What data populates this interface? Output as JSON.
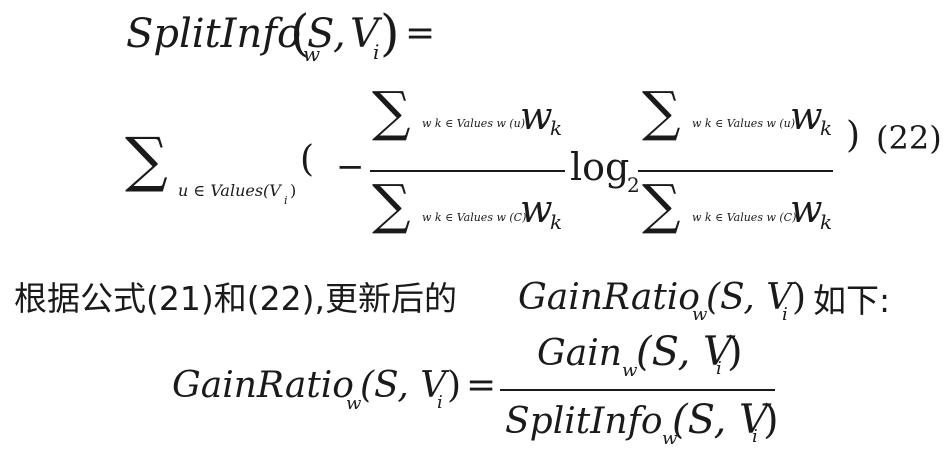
{
  "eq21": {
    "lhs_name": "SplitInfo",
    "lhs_sub": "w",
    "lhs_args_open": "(",
    "lhs_arg_s": "S, ",
    "lhs_arg_v": "V",
    "lhs_arg_v_sub": "i",
    "lhs_args_close": ")",
    "equals": "="
  },
  "eq22": {
    "sum_symbol": "∑",
    "outer_sum_sub": "u ∈ Values(V",
    "outer_sum_sub_i": "i",
    "outer_sum_sub_close": ")",
    "open_paren": "(",
    "minus": "−",
    "frac_num_sub": "w k ∈ Values w (u)",
    "frac_den_sub": "w k ∈ Values w (C)",
    "w": "w",
    "k": "k",
    "log": "log",
    "log_base": "2",
    "close_paren": ")",
    "number": "(22)"
  },
  "text_line": {
    "prefix": "根据公式(21)和(22),更新后的",
    "var": "GainRatio",
    "var_sub": "w",
    "args": "(S, V",
    "args_sub": "i",
    "args_close": ")",
    "suffix": "如下:"
  },
  "eq_final": {
    "lhs": "GainRatio",
    "lhs_sub": "w",
    "lhs_args": "(S, V",
    "lhs_args_sub": "i",
    "lhs_args_close": ")",
    "equals": "=",
    "num": "Gain",
    "num_sub": "w",
    "num_args": "(S, V",
    "num_args_sub": "i",
    "num_args_close": ")",
    "den": "SplitInfo",
    "den_sub": "w",
    "den_args": "(S, V",
    "den_args_sub": "i",
    "den_args_close": ")"
  }
}
